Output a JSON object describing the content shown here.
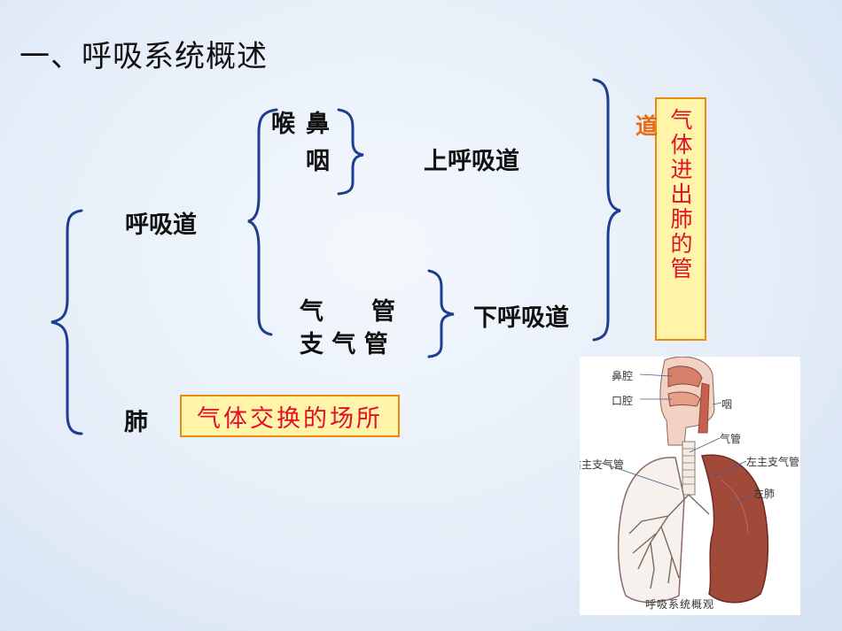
{
  "slide": {
    "title": "一、呼吸系统概述"
  },
  "tree": {
    "respiratory_tract": "呼吸道",
    "lung": "肺",
    "nose": "鼻",
    "larynx": "喉",
    "pharynx": "咽",
    "upper_tract": "上呼吸道",
    "trachea": "气　　管",
    "bronchus": "支 气 管",
    "lower_tract": "下呼吸道"
  },
  "notes": {
    "lung_function": "气体交换的场所",
    "tract_function": "气体进出肺的管",
    "tract_function_overflow": "道"
  },
  "diagram": {
    "labels": {
      "nasal_cavity": "鼻腔",
      "oral_cavity": "口腔",
      "pharynx": "咽",
      "trachea": "气管",
      "right_bronchus": "右主支气管",
      "left_bronchus": "左主支气管",
      "left_lung": "左肺"
    },
    "caption": "呼吸系统概观"
  },
  "colors": {
    "bracket": "#1f3d8f",
    "note_text": "#e0102a",
    "note_border": "#ea8a12",
    "note_fill": "#fff4a8",
    "lung_dark": "#8a3a2a"
  }
}
